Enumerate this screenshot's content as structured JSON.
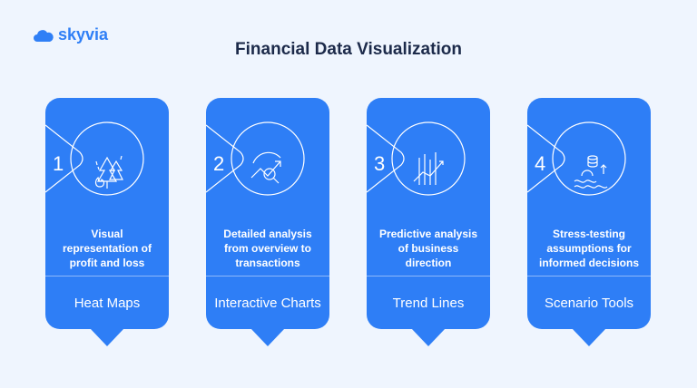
{
  "brand": {
    "name": "skyvia",
    "color": "#2f7ff6"
  },
  "title": "Financial Data Visualization",
  "cards": [
    {
      "number": "1",
      "icon": "trees-fire-icon",
      "description": "Visual representation of profit and loss",
      "label": "Heat Maps"
    },
    {
      "number": "2",
      "icon": "chart-magnifier-icon",
      "description": "Detailed analysis from overview to transactions",
      "label": "Interactive Charts"
    },
    {
      "number": "3",
      "icon": "trend-lines-icon",
      "description": "Predictive analysis of business direction",
      "label": "Trend Lines"
    },
    {
      "number": "4",
      "icon": "database-scenario-icon",
      "description": "Stress-testing assumptions for informed decisions",
      "label": "Scenario Tools"
    }
  ],
  "colors": {
    "card": "#2e7ef6",
    "background": "#eff5fe",
    "title": "#1c2a4a"
  }
}
